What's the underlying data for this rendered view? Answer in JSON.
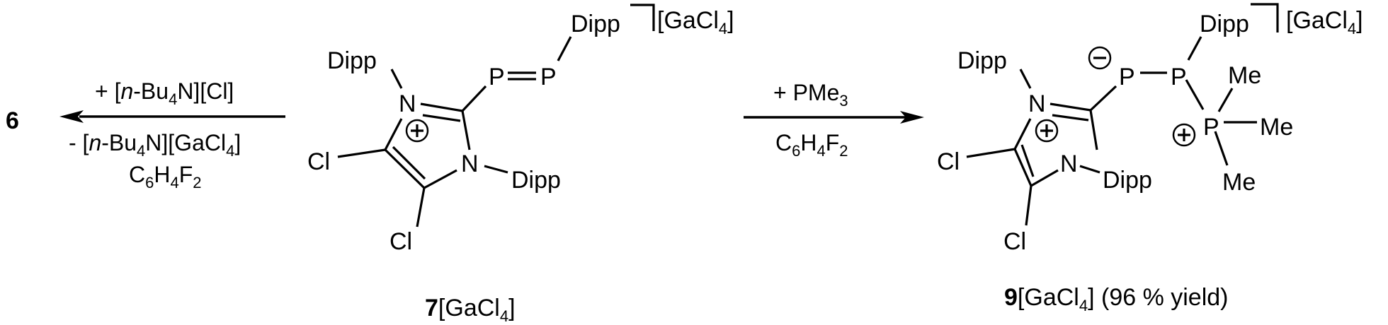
{
  "scheme": {
    "left_product": {
      "label": "6"
    },
    "arrow_left": {
      "direction": "left",
      "above": {
        "prefix": "+ [",
        "italic": "n",
        "middle": "-Bu",
        "sub": "4",
        "suffix": "N][Cl]"
      },
      "below_line1": {
        "prefix": "- [",
        "italic": "n",
        "middle": "-Bu",
        "sub1": "4",
        "mid2": "N][GaCl",
        "sub2": "4",
        "suffix": "]"
      },
      "below_line2": {
        "c": "C",
        "c_sub": "6",
        "h": "H",
        "h_sub": "4",
        "f": "F",
        "f_sub": "2"
      }
    },
    "compound7": {
      "atoms": {
        "dipp_top": "Dipp",
        "n1": "N",
        "plus": "+",
        "p1": "P",
        "p2": "P",
        "dipp_pp": "Dipp",
        "cl1": "Cl",
        "cl2": "Cl",
        "n2": "N",
        "dipp_n2": "Dipp"
      },
      "counterion": {
        "open": "[GaCl",
        "sub": "4",
        "close": "]"
      },
      "label": {
        "number": "7",
        "counterion": "[GaCl",
        "sub": "4",
        "close": "]"
      }
    },
    "arrow_right": {
      "direction": "right",
      "above": {
        "prefix": "+ PMe",
        "sub": "3"
      },
      "below": {
        "c": "C",
        "c_sub": "6",
        "h": "H",
        "h_sub": "4",
        "f": "F",
        "f_sub": "2"
      }
    },
    "compound9": {
      "atoms": {
        "dipp_top": "Dipp",
        "n1": "N",
        "plus_ring": "+",
        "minus": "−",
        "p1": "P",
        "p2": "P",
        "dipp_p2": "Dipp",
        "p3": "P",
        "plus_p3": "+",
        "me1": "Me",
        "me2": "Me",
        "me3": "Me",
        "cl1": "Cl",
        "cl2": "Cl",
        "n2": "N",
        "dipp_n2": "Dipp"
      },
      "counterion": {
        "open": "[GaCl",
        "sub": "4",
        "close": "]"
      },
      "label": {
        "number": "9",
        "counterion": "[GaCl",
        "sub": "4",
        "close": "]",
        "yield": " (96 % yield)"
      }
    }
  }
}
